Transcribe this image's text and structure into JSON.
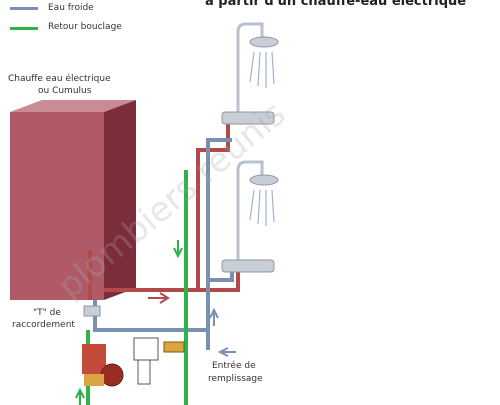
{
  "title": "à partir d'un chauffe-eau électrique",
  "legend": {
    "cold_label": "Eau froide",
    "return_label": "Retour bouclage",
    "cold_color": "#7b8fb3",
    "return_color": "#2fb24a"
  },
  "labels": {
    "heater_line1": "Chauffe eau électrique",
    "heater_line2": "ou Cumulus",
    "tee_line1": "\"T\" de",
    "tee_line2": "raccordement",
    "fill_line1": "Entrée de",
    "fill_line2": "remplissage"
  },
  "watermark": "plombiers reunis",
  "colors": {
    "hot": "#b24a4a",
    "cold": "#7b8fb3",
    "loop": "#2fb24a",
    "tank_front": "#b05a68",
    "tank_side": "#7c2d3a",
    "tank_top": "#c98b96"
  }
}
